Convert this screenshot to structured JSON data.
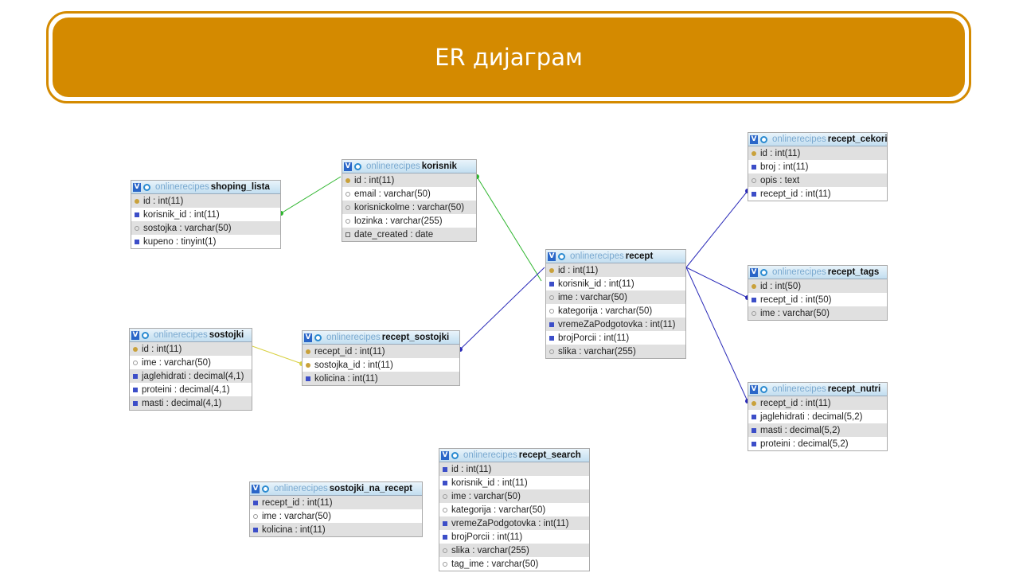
{
  "banner": {
    "title": "ER дијаграм"
  },
  "tables": {
    "shoping_lista": {
      "db": "onlinerecipes",
      "name": "shoping_lista",
      "columns": [
        {
          "text": "id : int(11)",
          "icon": "key"
        },
        {
          "text": "korisnik_id : int(11)",
          "icon": "num"
        },
        {
          "text": "sostojka : varchar(50)",
          "icon": "txt"
        },
        {
          "text": "kupeno : tinyint(1)",
          "icon": "num"
        }
      ]
    },
    "korisnik": {
      "db": "onlinerecipes",
      "name": "korisnik",
      "columns": [
        {
          "text": "id : int(11)",
          "icon": "key"
        },
        {
          "text": "email : varchar(50)",
          "icon": "txt"
        },
        {
          "text": "korisnickolme : varchar(50)",
          "icon": "txt"
        },
        {
          "text": "lozinka : varchar(255)",
          "icon": "txt"
        },
        {
          "text": "date_created : date",
          "icon": "date"
        }
      ]
    },
    "recept": {
      "db": "onlinerecipes",
      "name": "recept",
      "columns": [
        {
          "text": "id : int(11)",
          "icon": "key"
        },
        {
          "text": "korisnik_id : int(11)",
          "icon": "num"
        },
        {
          "text": "ime : varchar(50)",
          "icon": "txt"
        },
        {
          "text": "kategorija : varchar(50)",
          "icon": "txt"
        },
        {
          "text": "vremeZaPodgotovka : int(11)",
          "icon": "num"
        },
        {
          "text": "brojPorcii : int(11)",
          "icon": "num"
        },
        {
          "text": "slika : varchar(255)",
          "icon": "txt"
        }
      ]
    },
    "recept_cekori": {
      "db": "onlinerecipes",
      "name": "recept_cekori",
      "columns": [
        {
          "text": "id : int(11)",
          "icon": "key"
        },
        {
          "text": "broj : int(11)",
          "icon": "num"
        },
        {
          "text": "opis : text",
          "icon": "txt"
        },
        {
          "text": "recept_id : int(11)",
          "icon": "num"
        }
      ]
    },
    "recept_tags": {
      "db": "onlinerecipes",
      "name": "recept_tags",
      "columns": [
        {
          "text": "id : int(50)",
          "icon": "key"
        },
        {
          "text": "recept_id : int(50)",
          "icon": "num"
        },
        {
          "text": "ime : varchar(50)",
          "icon": "txt"
        }
      ]
    },
    "recept_nutri": {
      "db": "onlinerecipes",
      "name": "recept_nutri",
      "columns": [
        {
          "text": "recept_id : int(11)",
          "icon": "key"
        },
        {
          "text": "jaglehidrati : decimal(5,2)",
          "icon": "num"
        },
        {
          "text": "masti : decimal(5,2)",
          "icon": "num"
        },
        {
          "text": "proteini : decimal(5,2)",
          "icon": "num"
        }
      ]
    },
    "sostojki": {
      "db": "onlinerecipes",
      "name": "sostojki",
      "columns": [
        {
          "text": "id : int(11)",
          "icon": "key"
        },
        {
          "text": "ime : varchar(50)",
          "icon": "txt"
        },
        {
          "text": "jaglehidrati : decimal(4,1)",
          "icon": "num"
        },
        {
          "text": "proteini : decimal(4,1)",
          "icon": "num"
        },
        {
          "text": "masti : decimal(4,1)",
          "icon": "num"
        }
      ]
    },
    "recept_sostojki": {
      "db": "onlinerecipes",
      "name": "recept_sostojki",
      "columns": [
        {
          "text": "recept_id : int(11)",
          "icon": "key"
        },
        {
          "text": "sostojka_id : int(11)",
          "icon": "key"
        },
        {
          "text": "kolicina : int(11)",
          "icon": "num"
        }
      ]
    },
    "recept_search": {
      "db": "onlinerecipes",
      "name": "recept_search",
      "columns": [
        {
          "text": "id : int(11)",
          "icon": "num"
        },
        {
          "text": "korisnik_id : int(11)",
          "icon": "num"
        },
        {
          "text": "ime : varchar(50)",
          "icon": "txt"
        },
        {
          "text": "kategorija : varchar(50)",
          "icon": "txt"
        },
        {
          "text": "vremeZaPodgotovka : int(11)",
          "icon": "num"
        },
        {
          "text": "brojPorcii : int(11)",
          "icon": "num"
        },
        {
          "text": "slika : varchar(255)",
          "icon": "txt"
        },
        {
          "text": "tag_ime : varchar(50)",
          "icon": "txt"
        }
      ]
    },
    "sostojki_na_recept": {
      "db": "onlinerecipes",
      "name": "sostojki_na_recept",
      "columns": [
        {
          "text": "recept_id : int(11)",
          "icon": "num"
        },
        {
          "text": "ime : varchar(50)",
          "icon": "txt"
        },
        {
          "text": "kolicina : int(11)",
          "icon": "num"
        }
      ]
    }
  },
  "relations": [
    {
      "from": "shoping_lista",
      "to": "korisnik",
      "color": "#2db52d"
    },
    {
      "from": "recept",
      "to": "korisnik",
      "color": "#2db52d"
    },
    {
      "from": "recept_sostojki",
      "to": "sostojki",
      "color": "#d8d040"
    },
    {
      "from": "recept_sostojki",
      "to": "recept",
      "color": "#2a2ab8"
    },
    {
      "from": "recept_cekori",
      "to": "recept",
      "color": "#2a2ab8"
    },
    {
      "from": "recept_tags",
      "to": "recept",
      "color": "#2a2ab8"
    },
    {
      "from": "recept_nutri",
      "to": "recept",
      "color": "#2a2ab8"
    }
  ]
}
